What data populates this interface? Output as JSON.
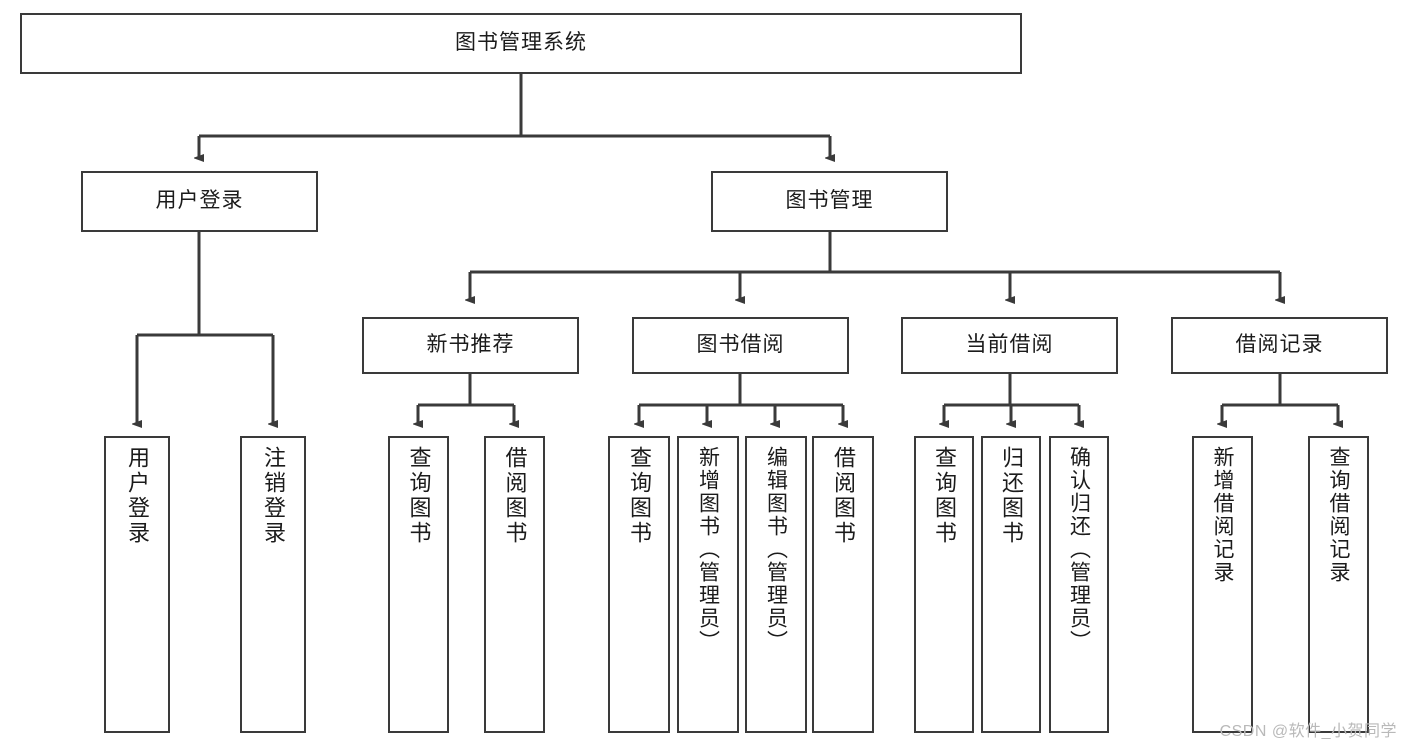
{
  "diagram": {
    "type": "tree-hierarchy",
    "title": "图书管理系统",
    "watermark": "CSDN @软件_小贺同学",
    "colors": {
      "box_border": "#3a3a3a",
      "box_fill": "#ffffff",
      "edge": "#3a3a3a",
      "text": "#1b1b1b",
      "watermark": "#b9b9b9"
    },
    "nodes": {
      "root": {
        "label": "图书管理系统",
        "level": 1,
        "orientation": "horizontal"
      },
      "user_login": {
        "label": "用户登录",
        "level": 2,
        "orientation": "horizontal"
      },
      "book_manage": {
        "label": "图书管理",
        "level": 2,
        "orientation": "horizontal"
      },
      "new_book_rec": {
        "label": "新书推荐",
        "level": 3,
        "orientation": "horizontal"
      },
      "book_borrow": {
        "label": "图书借阅",
        "level": 3,
        "orientation": "horizontal"
      },
      "current_borrow": {
        "label": "当前借阅",
        "level": 3,
        "orientation": "horizontal"
      },
      "borrow_record": {
        "label": "借阅记录",
        "level": 3,
        "orientation": "horizontal"
      },
      "leaf_user_login": {
        "label": "用户登录",
        "level": 4,
        "orientation": "vertical"
      },
      "leaf_logout": {
        "label": "注销登录",
        "level": 4,
        "orientation": "vertical"
      },
      "leaf_query_book_1": {
        "label": "查询图书",
        "level": 4,
        "orientation": "vertical"
      },
      "leaf_borrow_book_1": {
        "label": "借阅图书",
        "level": 4,
        "orientation": "vertical"
      },
      "leaf_query_book_2": {
        "label": "查询图书",
        "level": 4,
        "orientation": "vertical"
      },
      "leaf_add_book": {
        "label": "新增图书（管理员）",
        "level": 4,
        "orientation": "vertical"
      },
      "leaf_edit_book": {
        "label": "编辑图书（管理员）",
        "level": 4,
        "orientation": "vertical"
      },
      "leaf_borrow_book_2": {
        "label": "借阅图书",
        "level": 4,
        "orientation": "vertical"
      },
      "leaf_query_book_3": {
        "label": "查询图书",
        "level": 4,
        "orientation": "vertical"
      },
      "leaf_return_book": {
        "label": "归还图书",
        "level": 4,
        "orientation": "vertical"
      },
      "leaf_confirm_return": {
        "label": "确认归还（管理员）",
        "level": 4,
        "orientation": "vertical"
      },
      "leaf_add_record": {
        "label": "新增借阅记录",
        "level": 4,
        "orientation": "vertical"
      },
      "leaf_query_record": {
        "label": "查询借阅记录",
        "level": 4,
        "orientation": "vertical"
      }
    },
    "edges": [
      {
        "from": "root",
        "to": "user_login"
      },
      {
        "from": "root",
        "to": "book_manage"
      },
      {
        "from": "user_login",
        "to": "leaf_user_login"
      },
      {
        "from": "user_login",
        "to": "leaf_logout"
      },
      {
        "from": "book_manage",
        "to": "new_book_rec"
      },
      {
        "from": "book_manage",
        "to": "book_borrow"
      },
      {
        "from": "book_manage",
        "to": "current_borrow"
      },
      {
        "from": "book_manage",
        "to": "borrow_record"
      },
      {
        "from": "new_book_rec",
        "to": "leaf_query_book_1"
      },
      {
        "from": "new_book_rec",
        "to": "leaf_borrow_book_1"
      },
      {
        "from": "book_borrow",
        "to": "leaf_query_book_2"
      },
      {
        "from": "book_borrow",
        "to": "leaf_add_book"
      },
      {
        "from": "book_borrow",
        "to": "leaf_edit_book"
      },
      {
        "from": "book_borrow",
        "to": "leaf_borrow_book_2"
      },
      {
        "from": "current_borrow",
        "to": "leaf_query_book_3"
      },
      {
        "from": "current_borrow",
        "to": "leaf_return_book"
      },
      {
        "from": "current_borrow",
        "to": "leaf_confirm_return"
      },
      {
        "from": "borrow_record",
        "to": "leaf_add_record"
      },
      {
        "from": "borrow_record",
        "to": "leaf_query_record"
      }
    ]
  }
}
